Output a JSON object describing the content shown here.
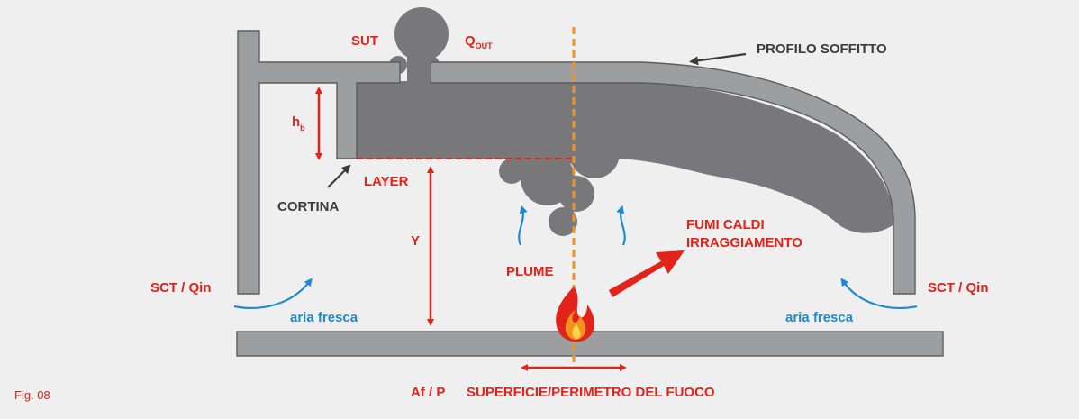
{
  "figure_label": "Fig. 08",
  "colors": {
    "background": "#efefef",
    "structure": "#9d9e9f",
    "structure_stroke": "#5c5c5c",
    "smoke": "#78787a",
    "red": "#e2231a",
    "dark_text": "#3c3c3c",
    "blue": "#1f8ad0",
    "orange_axis": "#f39221"
  },
  "labels": {
    "sut": "SUT",
    "q_out_main": "Q",
    "q_out_sub": "OUT",
    "profilo_soffitto": "PROFILO SOFFITTO",
    "h_main": "h",
    "h_sub": "b",
    "layer": "LAYER",
    "cortina": "CORTINA",
    "y": "Y",
    "fumi_caldi": "FUMI CALDI",
    "irraggiamento": "IRRAGGIAMENTO",
    "plume": "PLUME",
    "sct_qin_left": "SCT / Qin",
    "sct_qin_right": "SCT / Qin",
    "aria_fresca_left": "aria fresca",
    "aria_fresca_right": "aria fresca",
    "af_p": "Af / P",
    "superficie": "SUPERFICIE/PERIMETRO DEL FUOCO"
  },
  "icons": {
    "fire": "flame-icon"
  }
}
